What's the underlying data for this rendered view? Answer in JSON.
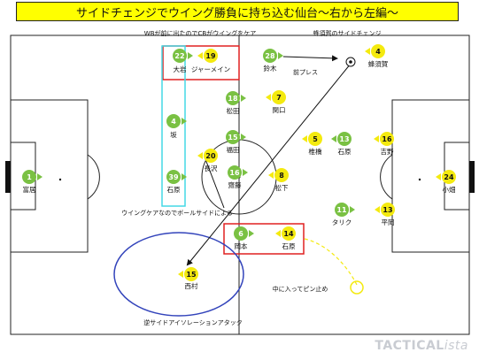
{
  "title": "サイドチェンジでウイング勝負に持ち込む仙台〜右から左編〜",
  "annotations": {
    "wb_note": "WBが前に出たのでCBがウイングをケア",
    "change_note": "蜂須賀のサイドチェンジ",
    "front_press": "前プレス",
    "ball_side": "ウイングケアなのでボールサイドによる",
    "inside_note": "中に入ってピン止め",
    "reverse_attack": "逆サイドアイソレーションアタック"
  },
  "watermark": {
    "main": "TACTICAL",
    "italic": "ista"
  },
  "colors": {
    "green_team": "#7ac143",
    "yellow_team": "#f4ea0f",
    "red_box": "#e02020",
    "cyan_box": "#44d9e6",
    "blue_circle": "#3344bb"
  },
  "players": [
    {
      "id": "gk-green",
      "num": "1",
      "name": "富居",
      "team": "green"
    },
    {
      "id": "green-22",
      "num": "22",
      "name": "大岩",
      "team": "green"
    },
    {
      "id": "green-4",
      "num": "4",
      "name": "坂",
      "team": "green"
    },
    {
      "id": "green-39",
      "num": "39",
      "name": "石原",
      "team": "green"
    },
    {
      "id": "green-18",
      "num": "18",
      "name": "松田",
      "team": "green"
    },
    {
      "id": "green-15",
      "num": "15",
      "name": "福田",
      "team": "green"
    },
    {
      "id": "green-16",
      "num": "16",
      "name": "齋藤",
      "team": "green"
    },
    {
      "id": "green-28",
      "num": "28",
      "name": "鈴木",
      "team": "green"
    },
    {
      "id": "green-13a",
      "num": "13",
      "name": "石原",
      "team": "green"
    },
    {
      "id": "green-11",
      "num": "11",
      "name": "タリク",
      "team": "green"
    },
    {
      "id": "green-6",
      "num": "6",
      "name": "岡本",
      "team": "green"
    },
    {
      "id": "yellow-19",
      "num": "19",
      "name": "ジャーメイン",
      "team": "yellow"
    },
    {
      "id": "yellow-20",
      "num": "20",
      "name": "長沢",
      "team": "yellow"
    },
    {
      "id": "yellow-7",
      "num": "7",
      "name": "関口",
      "team": "yellow"
    },
    {
      "id": "yellow-8",
      "num": "8",
      "name": "松下",
      "team": "yellow"
    },
    {
      "id": "yellow-5",
      "num": "5",
      "name": "椎橋",
      "team": "yellow"
    },
    {
      "id": "yellow-16",
      "num": "16",
      "name": "吉野",
      "team": "yellow"
    },
    {
      "id": "yellow-13",
      "num": "13",
      "name": "平岡",
      "team": "yellow"
    },
    {
      "id": "yellow-4",
      "num": "4",
      "name": "蜂須賀",
      "team": "yellow"
    },
    {
      "id": "yellow-14",
      "num": "14",
      "name": "石原",
      "team": "yellow"
    },
    {
      "id": "yellow-15",
      "num": "15",
      "name": "西村",
      "team": "yellow"
    },
    {
      "id": "gk-yellow",
      "num": "24",
      "name": "小畑",
      "team": "yellow"
    }
  ]
}
